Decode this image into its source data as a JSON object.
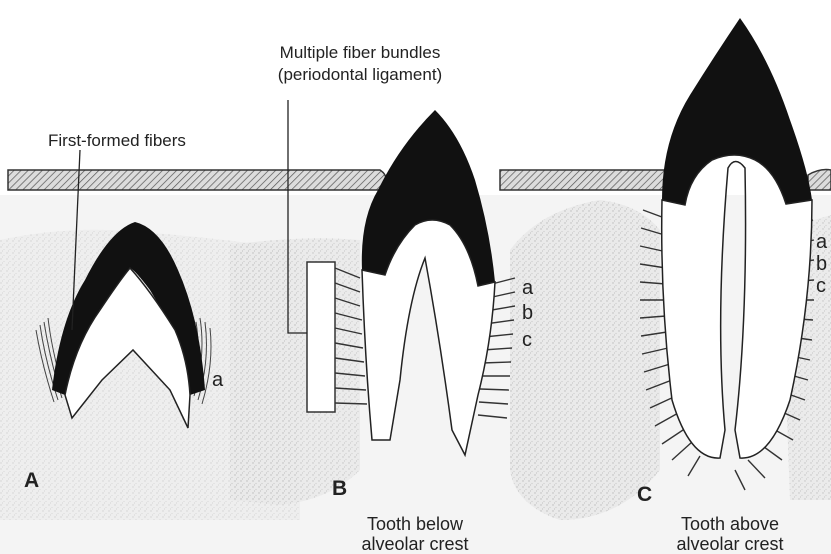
{
  "callouts": {
    "multiple_line1": "Multiple fiber bundles",
    "multiple_line2": "(periodontal ligament)",
    "first_formed": "First-formed fibers"
  },
  "panels": {
    "a": {
      "letter": "A",
      "fiber_labels": [
        "a"
      ]
    },
    "b": {
      "letter": "B",
      "fiber_labels": [
        "a",
        "b",
        "c"
      ],
      "caption_line1": "Tooth below",
      "caption_line2": "alveolar crest"
    },
    "c": {
      "letter": "C",
      "fiber_labels": [
        "a",
        "b",
        "c"
      ],
      "caption_line1": "Tooth above",
      "caption_line2": "alveolar crest"
    }
  },
  "colors": {
    "enamel": "#111111",
    "bone_stipple": "#d9d9d9",
    "gum_hatch": "#555555",
    "line": "#222222"
  }
}
